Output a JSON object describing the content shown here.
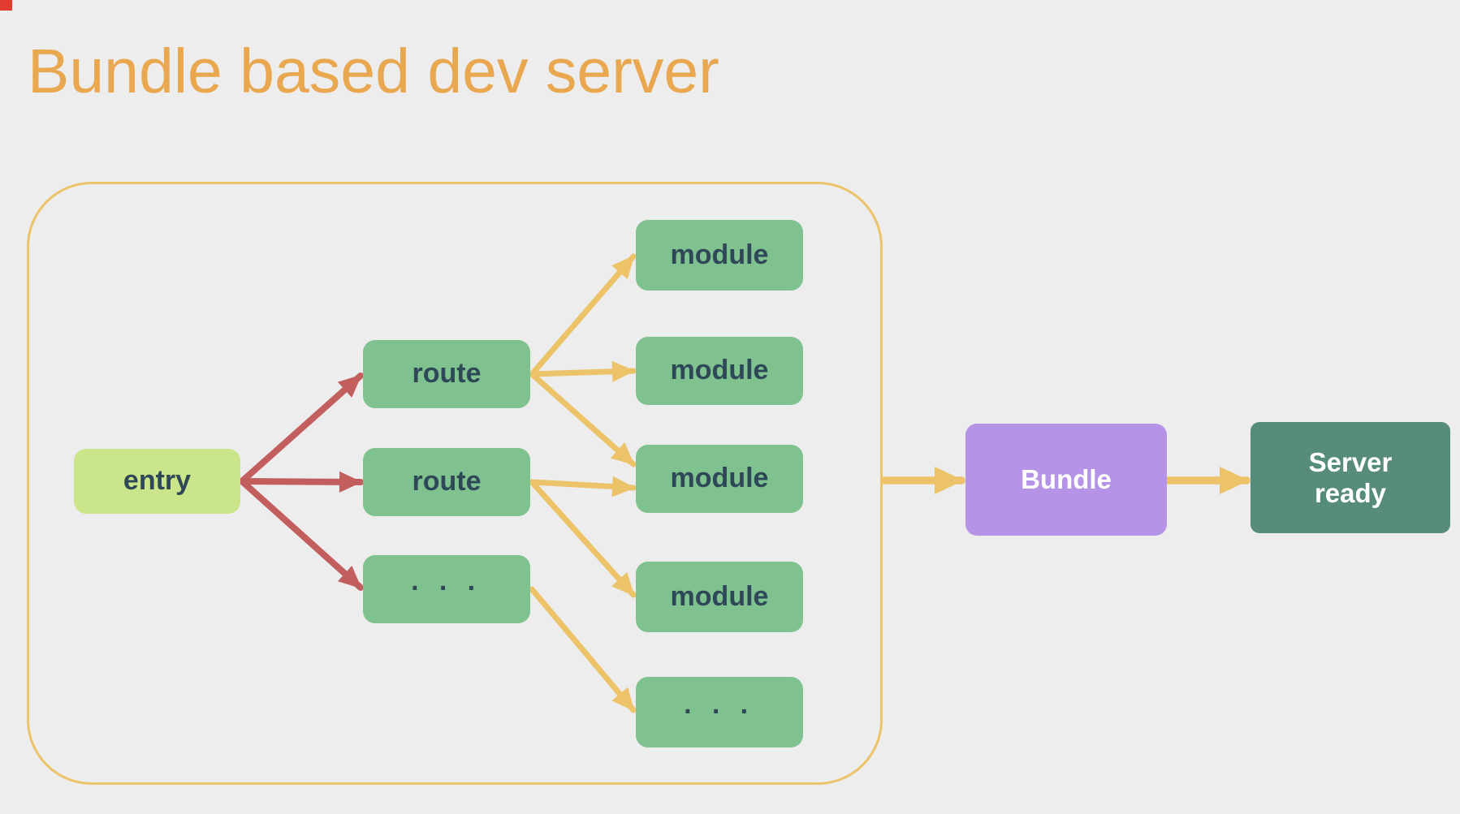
{
  "title": "Bundle based dev server",
  "colors": {
    "background": "#ededed",
    "title": "#e9a850",
    "container_border": "#ecc368",
    "yellow_arrow": "#ecc368",
    "red_arrow": "#c25e5e",
    "entry_fill": "#cbe68a",
    "node_fill": "#7fc28f",
    "node_text": "#2f4858",
    "bundle_fill": "#b593e6",
    "server_fill": "#578c7c",
    "light_text": "#ffffff",
    "corner_marker": "#e13c2f"
  },
  "diagram": {
    "entry": {
      "label": "entry"
    },
    "routes": [
      {
        "label": "route"
      },
      {
        "label": "route"
      },
      {
        "label": "· · ·"
      }
    ],
    "modules": [
      {
        "label": "module"
      },
      {
        "label": "module"
      },
      {
        "label": "module"
      },
      {
        "label": "module"
      },
      {
        "label": "· · ·"
      }
    ],
    "bundle": {
      "label": "Bundle"
    },
    "server": {
      "label": "Server\nready"
    }
  }
}
